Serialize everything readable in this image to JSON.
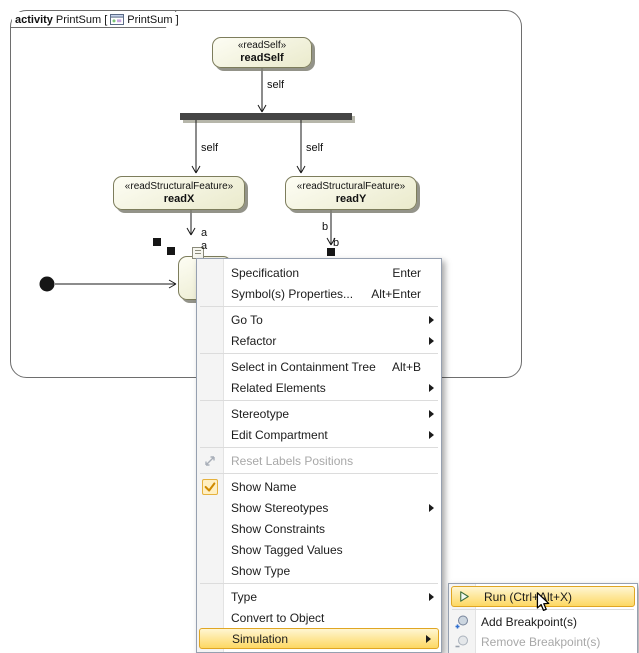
{
  "diagram": {
    "header": {
      "kind": "activity",
      "name_part": "PrintSum [",
      "context_part": "PrintSum ]"
    },
    "read_self": {
      "stereotype": "«readSelf»",
      "name": "readSelf"
    },
    "read_x": {
      "stereotype": "«readStructuralFeature»",
      "name": "readX"
    },
    "read_y": {
      "stereotype": "«readStructuralFeature»",
      "name": "readY"
    },
    "labels": {
      "flow_self_top": "self",
      "flow_self_left": "self",
      "flow_self_right": "self",
      "pin_a_outer": "a",
      "pin_a_inner": "a",
      "pin_b_outer": "b",
      "pin_b_inner": "b"
    }
  },
  "context_menu": {
    "items": [
      {
        "label": "Specification",
        "shortcut": "Enter"
      },
      {
        "label": "Symbol(s) Properties...",
        "shortcut": "Alt+Enter"
      },
      {
        "label": "Go To",
        "submenu": true
      },
      {
        "label": "Refactor",
        "submenu": true
      },
      {
        "label": "Select in Containment Tree",
        "shortcut": "Alt+B"
      },
      {
        "label": "Related Elements",
        "submenu": true
      },
      {
        "label": "Stereotype",
        "submenu": true
      },
      {
        "label": "Edit Compartment",
        "submenu": true
      },
      {
        "label": "Reset Labels Positions",
        "disabled": true
      },
      {
        "label": "Show Name",
        "checked": true
      },
      {
        "label": "Show Stereotypes",
        "submenu": true
      },
      {
        "label": "Show Constraints"
      },
      {
        "label": "Show Tagged Values"
      },
      {
        "label": "Show Type"
      },
      {
        "label": "Type",
        "submenu": true
      },
      {
        "label": "Convert to Object"
      },
      {
        "label": "Simulation",
        "submenu": true,
        "highlighted": true
      }
    ]
  },
  "simulation_submenu": {
    "items": [
      {
        "label": "Run (Ctrl+Alt+X)",
        "icon": "run-icon",
        "highlighted": true
      },
      {
        "label": "Add Breakpoint(s)",
        "icon": "add-breakpoint-icon"
      },
      {
        "label": "Remove Breakpoint(s)",
        "icon": "remove-breakpoint-icon",
        "disabled": true
      }
    ]
  },
  "colors": {
    "highlight_top": "#fff6d2",
    "highlight_bottom": "#fdd863",
    "highlight_border": "#e0a623",
    "node_fill_bottom": "#eaeacc",
    "node_border": "#7d7d5c",
    "fork_bar": "#454545",
    "menu_border": "#96a0b0"
  }
}
